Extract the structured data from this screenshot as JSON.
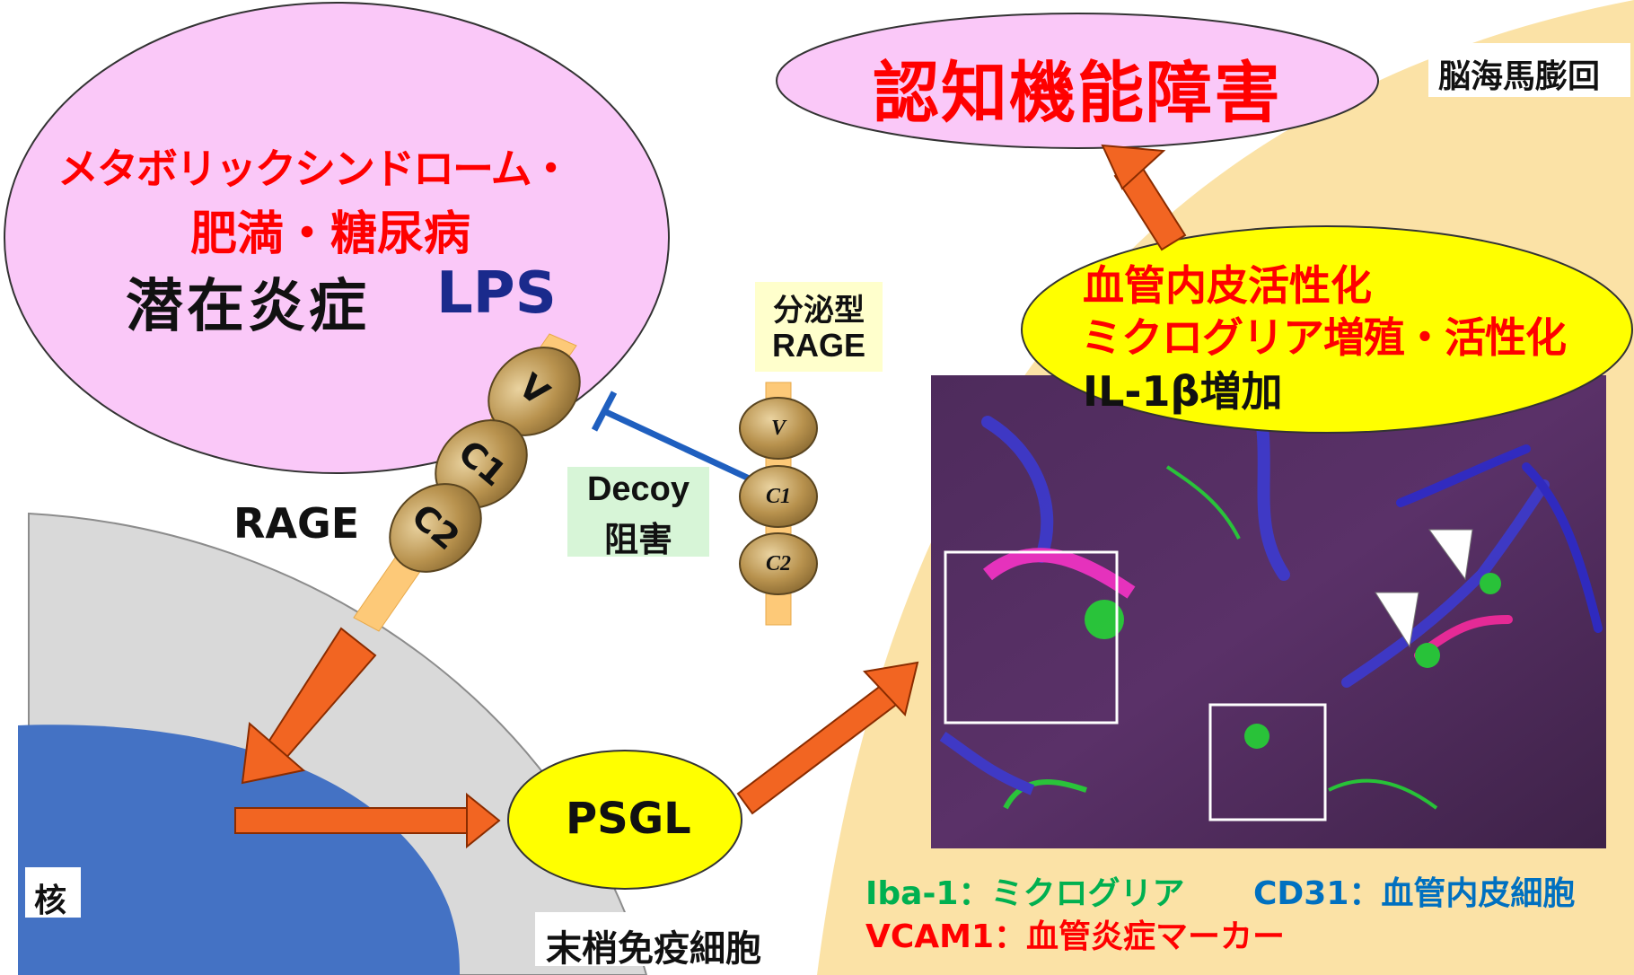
{
  "brain": {
    "region_label": "脳海馬膨回"
  },
  "cognitive": {
    "label": "認知機能障害"
  },
  "metabolic": {
    "line1": "メタボリックシンドローム・",
    "line2": "肥満・糖尿病",
    "latent": "潜在炎症",
    "lps": "LPS"
  },
  "rage": {
    "label": "RAGE",
    "domains": [
      "V",
      "C1",
      "C2"
    ]
  },
  "secreted_rage": {
    "line1": "分泌型",
    "line2": "RAGE",
    "domains": [
      "V",
      "C1",
      "C2"
    ]
  },
  "decoy": {
    "line1": "Decoy",
    "line2": "阻害"
  },
  "effects": {
    "line1": "血管内皮活性化",
    "line2": "ミクログリア増殖・活性化",
    "line3": "IL-1β増加"
  },
  "psgl": {
    "label": "PSGL"
  },
  "nucleus": {
    "label": "核"
  },
  "cell": {
    "label": "末梢免疫細胞"
  },
  "legend": {
    "iba1": "Iba-1：ミクログリア",
    "cd31": "CD31：血管内皮細胞",
    "vcam1": "VCAM1：血管炎症マーカー"
  },
  "colors": {
    "metabolic_fill": "#fac8f8",
    "yellow_fill": "#ffff00",
    "tan_region": "#fbe2a6",
    "nucleus_blue": "#4472c4",
    "arrow_orange": "#f26522",
    "decoy_blue": "#1f5fbf",
    "iba1_green": "#00b050",
    "cd31_blue": "#0070c0",
    "vcam_red": "#ff0000"
  }
}
